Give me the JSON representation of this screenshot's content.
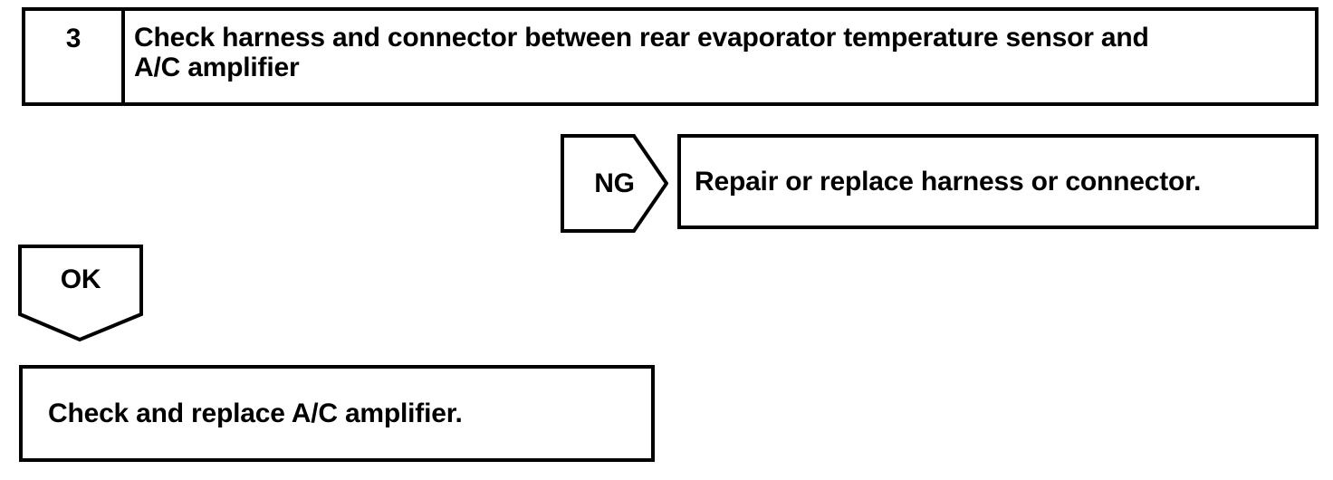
{
  "page": {
    "background_color": "#ffffff",
    "ink_color": "#000000"
  },
  "flowchart": {
    "step": {
      "number": "3",
      "title_lines": [
        "Check harness and connector between rear evaporator temperature sensor and",
        "A/C amplifier"
      ]
    },
    "ng_branch": {
      "label": "NG",
      "action": "Repair or replace harness or connector."
    },
    "ok_branch": {
      "label": "OK",
      "action": "Check and replace A/C amplifier."
    }
  }
}
